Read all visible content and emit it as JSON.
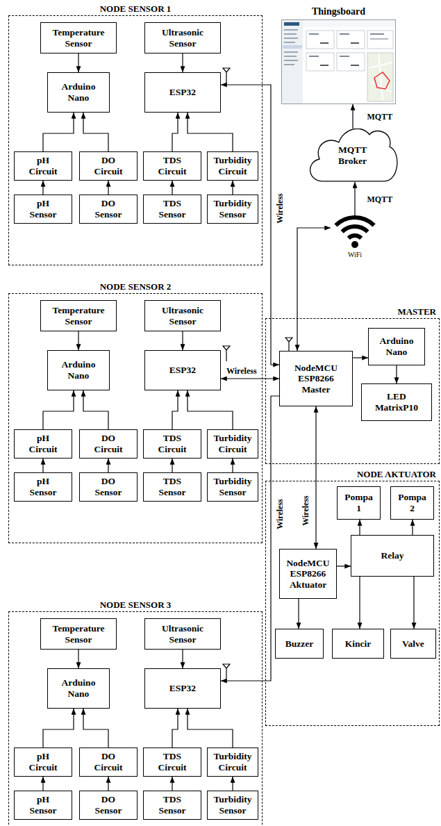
{
  "diagram": {
    "nodes": [
      {
        "text": [
          "NODE SENSOR 1"
        ]
      },
      {
        "text": [
          "Temperature Sensor"
        ],
        "in": 0
      },
      {
        "text": [
          "Arduino Nano"
        ],
        "in": 0
      },
      {
        "text": [
          "pH Circuit"
        ],
        "in": 0
      },
      {
        "text": [
          "DO Circuit"
        ],
        "in": 0
      },
      {
        "text": [
          "pH Sensor"
        ],
        "in": 0
      },
      {
        "text": [
          "DO Sensor"
        ],
        "in": 0
      },
      {
        "text": [
          "Ultrasonic Sensor"
        ],
        "in": 0
      },
      {
        "text": [
          "ESP32"
        ],
        "in": 0
      },
      {
        "text": [
          "TDS Circuit"
        ],
        "in": 0
      },
      {
        "text": [
          "Turbidity Circuit"
        ],
        "in": 0
      },
      {
        "text": [
          "TDS Sensor"
        ],
        "in": 0
      },
      {
        "text": [
          "Turbidity Sensor"
        ],
        "in": 0
      },
      {
        "text": [
          "NODE SENSOR 2"
        ]
      },
      {
        "text": [
          "Temperature Sensor"
        ],
        "in": 13
      },
      {
        "text": [
          "Arduino Nano"
        ],
        "in": 13
      },
      {
        "text": [
          "pH Circuit"
        ],
        "in": 13
      },
      {
        "text": [
          "DO Circuit"
        ],
        "in": 13
      },
      {
        "text": [
          "pH Sensor"
        ],
        "in": 13
      },
      {
        "text": [
          "DO Sensor"
        ],
        "in": 13
      },
      {
        "text": [
          "Ultrasonic Sensor"
        ],
        "in": 13
      },
      {
        "text": [
          "ESP32"
        ],
        "in": 13
      },
      {
        "text": [
          "TDS Circuit"
        ],
        "in": 13
      },
      {
        "text": [
          "Turbidity Circuit"
        ],
        "in": 13
      },
      {
        "text": [
          "TDS Sensor"
        ],
        "in": 13
      },
      {
        "text": [
          "Turbidity Sensor"
        ],
        "in": 13
      },
      {
        "text": [
          "NODE SENSOR 3"
        ]
      },
      {
        "text": [
          "Temperature Sensor"
        ],
        "in": 26
      },
      {
        "text": [
          "Arduino Nano"
        ],
        "in": 26
      },
      {
        "text": [
          "pH Circuit"
        ],
        "in": 26
      },
      {
        "text": [
          "DO Circuit"
        ],
        "in": 26
      },
      {
        "text": [
          "pH Sensor"
        ],
        "in": 26
      },
      {
        "text": [
          "DO Sensor"
        ],
        "in": 26
      },
      {
        "text": [
          "Ultrasonic Sensor"
        ],
        "in": 26
      },
      {
        "text": [
          "ESP32"
        ],
        "in": 26
      },
      {
        "text": [
          "TDS Circuit"
        ],
        "in": 26
      },
      {
        "text": [
          "Turbidity Circuit"
        ],
        "in": 26
      },
      {
        "text": [
          "TDS Sensor"
        ],
        "in": 26
      },
      {
        "text": [
          "Turbidity Sensor"
        ],
        "in": 26
      },
      {
        "text": [
          "Thingsboard"
        ]
      },
      {
        "text": [
          "MQTT Broker"
        ]
      },
      {
        "text": [
          "WiFi"
        ]
      },
      {
        "text": [
          "MASTER"
        ]
      },
      {
        "text": [
          "NodeMCU ESP8266 Master"
        ],
        "in": 42
      },
      {
        "text": [
          "Arduino Nano"
        ],
        "in": 42
      },
      {
        "text": [
          "LED MatrixP10"
        ],
        "in": 42
      },
      {
        "text": [
          "NODE AKTUATOR"
        ]
      },
      {
        "text": [
          "Pompa 1"
        ],
        "in": 46
      },
      {
        "text": [
          "Pompa 2"
        ],
        "in": 46
      },
      {
        "text": [
          "NodeMCU ESP8266 Aktuator"
        ],
        "in": 46
      },
      {
        "text": [
          "Relay"
        ],
        "in": 46
      },
      {
        "text": [
          "Buzzer"
        ],
        "in": 46
      },
      {
        "text": [
          "Kincir"
        ],
        "in": 46
      },
      {
        "text": [
          "Valve"
        ],
        "in": 46
      }
    ],
    "edges": [
      {
        "from": 1,
        "to": 2,
        "arrow": "to"
      },
      {
        "from": 3,
        "to": 2,
        "arrow": "to"
      },
      {
        "from": 4,
        "to": 2,
        "arrow": "to"
      },
      {
        "from": 5,
        "to": 3,
        "arrow": "to"
      },
      {
        "from": 6,
        "to": 4,
        "arrow": "to"
      },
      {
        "from": 7,
        "to": 8,
        "arrow": "to"
      },
      {
        "from": 9,
        "to": 8,
        "arrow": "to"
      },
      {
        "from": 10,
        "to": 8,
        "arrow": "to"
      },
      {
        "from": 11,
        "to": 9,
        "arrow": "to"
      },
      {
        "from": 12,
        "to": 10,
        "arrow": "to"
      },
      {
        "from": 14,
        "to": 15,
        "arrow": "to"
      },
      {
        "from": 16,
        "to": 15,
        "arrow": "to"
      },
      {
        "from": 17,
        "to": 15,
        "arrow": "to"
      },
      {
        "from": 18,
        "to": 16,
        "arrow": "to"
      },
      {
        "from": 19,
        "to": 17,
        "arrow": "to"
      },
      {
        "from": 20,
        "to": 21,
        "arrow": "to"
      },
      {
        "from": 22,
        "to": 21,
        "arrow": "to"
      },
      {
        "from": 23,
        "to": 21,
        "arrow": "to"
      },
      {
        "from": 24,
        "to": 22,
        "arrow": "to"
      },
      {
        "from": 25,
        "to": 23,
        "arrow": "to"
      },
      {
        "from": 27,
        "to": 28,
        "arrow": "to"
      },
      {
        "from": 29,
        "to": 28,
        "arrow": "to"
      },
      {
        "from": 30,
        "to": 28,
        "arrow": "to"
      },
      {
        "from": 31,
        "to": 29,
        "arrow": "to"
      },
      {
        "from": 32,
        "to": 30,
        "arrow": "to"
      },
      {
        "from": 33,
        "to": 34,
        "arrow": "to"
      },
      {
        "from": 35,
        "to": 34,
        "arrow": "to"
      },
      {
        "from": 36,
        "to": 34,
        "arrow": "to"
      },
      {
        "from": 37,
        "to": 35,
        "arrow": "to"
      },
      {
        "from": 38,
        "to": 36,
        "arrow": "to"
      },
      {
        "from": 43,
        "to": 8,
        "label": "Wireless",
        "arrow": "both"
      },
      {
        "from": 43,
        "to": 21,
        "label": "Wireless",
        "arrow": "both"
      },
      {
        "from": 43,
        "to": 34,
        "label": "Wireless",
        "arrow": "to"
      },
      {
        "from": 43,
        "to": 49,
        "label": "Wireless",
        "arrow": "both"
      },
      {
        "from": 43,
        "to": 41,
        "arrow": "both"
      },
      {
        "from": 41,
        "to": 40,
        "label": "MQTT",
        "arrow": "to"
      },
      {
        "from": 40,
        "to": 39,
        "label": "MQTT",
        "arrow": "to"
      },
      {
        "from": 43,
        "to": 44,
        "arrow": "to"
      },
      {
        "from": 44,
        "to": 45,
        "arrow": "to"
      },
      {
        "from": 49,
        "to": 50,
        "arrow": "to"
      },
      {
        "from": 50,
        "to": 47,
        "arrow": "to"
      },
      {
        "from": 50,
        "to": 48,
        "arrow": "to"
      },
      {
        "from": 49,
        "to": 51,
        "arrow": "to"
      },
      {
        "from": 50,
        "to": 52,
        "arrow": "to"
      },
      {
        "from": 50,
        "to": 53,
        "arrow": "to"
      }
    ]
  }
}
